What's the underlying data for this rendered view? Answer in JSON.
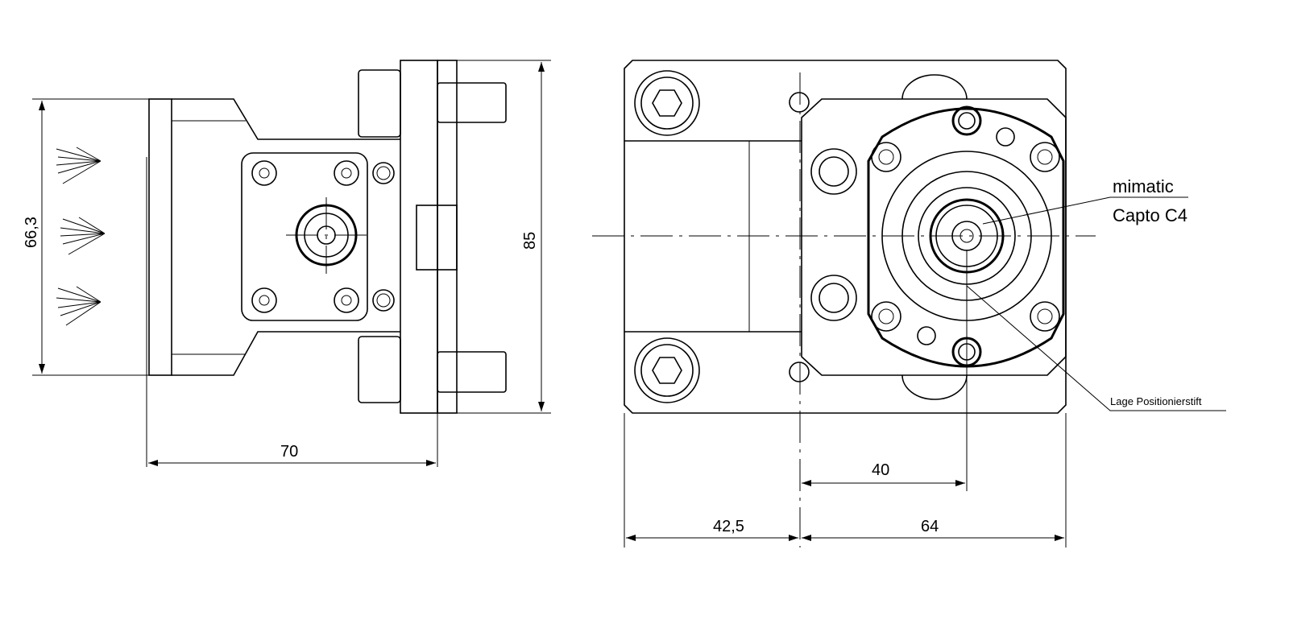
{
  "dimensions": {
    "height_left": "66,3",
    "width_left": "70",
    "height_total": "85",
    "offset_40": "40",
    "width_42_5": "42,5",
    "width_64": "64"
  },
  "labels": {
    "brand": "mimatic",
    "interface": "Capto C4",
    "pin": "Lage Positionierstift"
  }
}
